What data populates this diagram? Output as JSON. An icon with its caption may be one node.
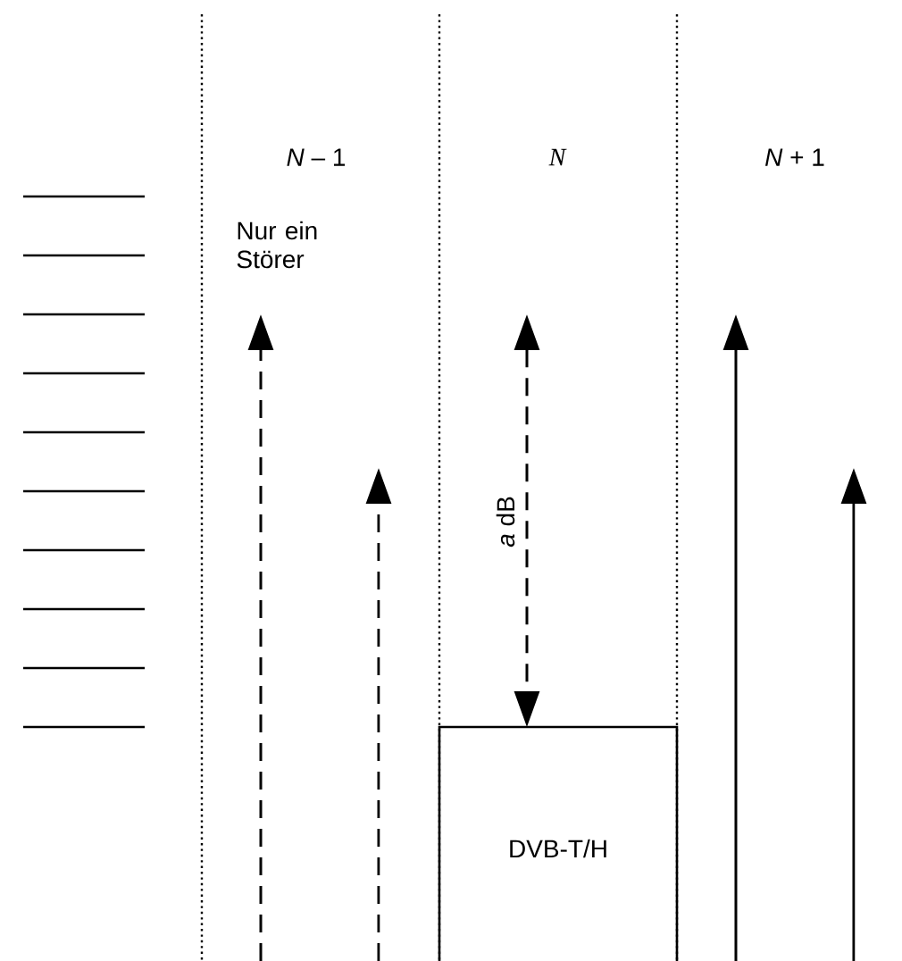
{
  "diagram": {
    "nodes": [
      {
        "text": [
          "DVB-T/H"
        ]
      }
    ],
    "labels": [
      "*N* – 1",
      "N",
      "*N* + 1",
      "Nur ein Störer",
      "*a* dB"
    ]
  }
}
